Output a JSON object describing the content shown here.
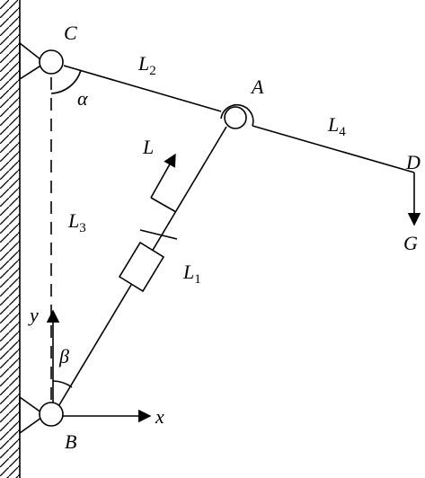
{
  "points": {
    "C": "C",
    "A": "A",
    "B": "B",
    "D": "D"
  },
  "links": {
    "L2": {
      "base": "L",
      "sub": "2"
    },
    "L4": {
      "base": "L",
      "sub": "4"
    },
    "L3": {
      "base": "L",
      "sub": "3"
    },
    "L1": {
      "base": "L",
      "sub": "1"
    }
  },
  "symbols": {
    "L": "L",
    "G": "G",
    "alpha": "α",
    "beta": "β"
  },
  "axes": {
    "x": "x",
    "y": "y"
  }
}
